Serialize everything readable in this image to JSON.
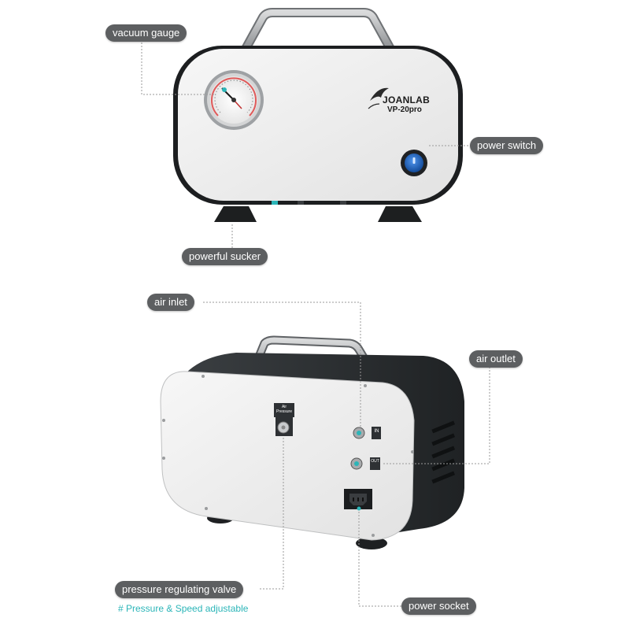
{
  "product": {
    "brand": "JOANLAB",
    "model": "VP-20pro",
    "rear_label": "Air Pressure",
    "port_in_label": "IN",
    "port_out_label": "OUT"
  },
  "callouts": {
    "vacuum_gauge": "vacuum gauge",
    "power_switch": "power switch",
    "powerful_sucker": "powerful sucker",
    "air_inlet": "air inlet",
    "air_outlet": "air outlet",
    "pressure_regulating_valve": "pressure regulating valve",
    "power_socket": "power socket"
  },
  "note": "# Pressure & Speed adjustable",
  "colors": {
    "callout_bg": "#5d5f61",
    "accent_teal": "#2bb5b8",
    "switch_blue": "#1e66c8",
    "body_dark": "#2f3336",
    "panel_light": "#ededed"
  }
}
